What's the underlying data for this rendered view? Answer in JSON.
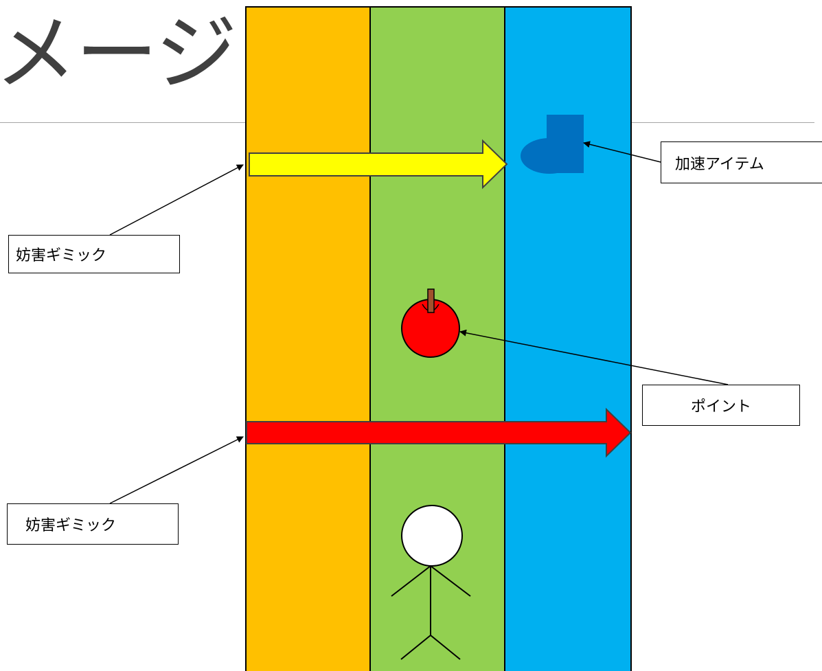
{
  "slide": {
    "title": "メージ"
  },
  "lanes": [
    {
      "name": "left",
      "color": "#FFC000"
    },
    {
      "name": "center",
      "color": "#92D050"
    },
    {
      "name": "right",
      "color": "#00B0F0"
    }
  ],
  "colors": {
    "yellow_arrow": "#FFFF00",
    "red_arrow": "#FF0000",
    "boot": "#0070C0",
    "apple": "#FF0000",
    "apple_stem": "#A0522D"
  },
  "callouts": {
    "speed_item": "加速アイテム",
    "point": "ポイント",
    "gimmick_top": "妨害ギミック",
    "gimmick_bottom": "妨害ギミック"
  },
  "icons": [
    "boot-icon",
    "apple-icon",
    "stick-figure-icon"
  ]
}
